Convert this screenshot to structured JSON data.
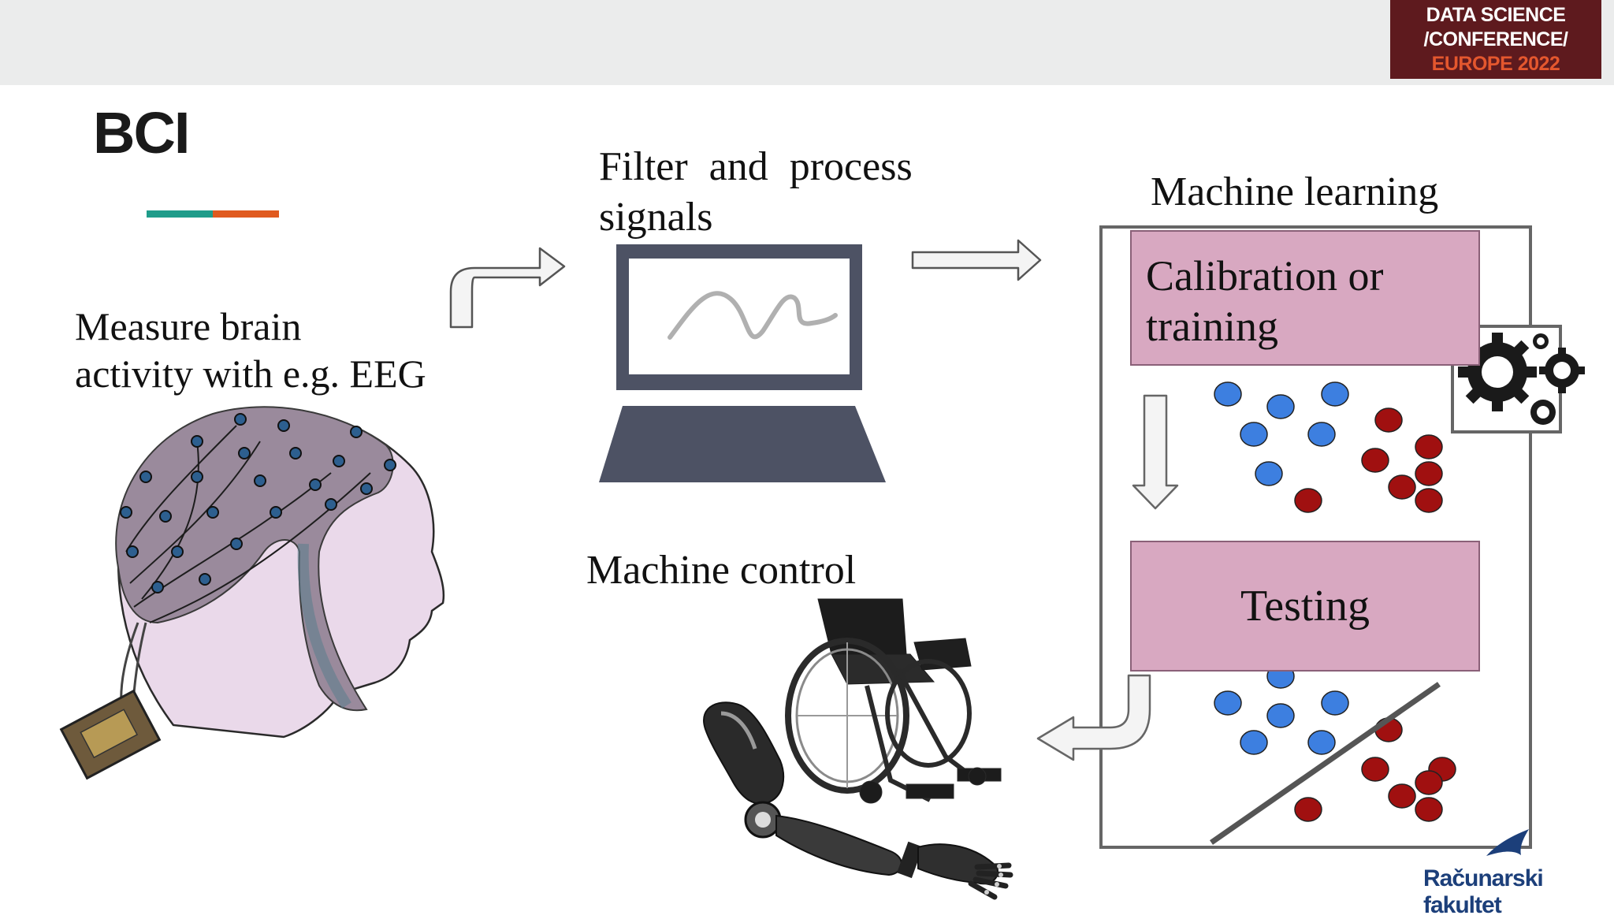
{
  "header": {
    "conference_logo": {
      "line1": "DATA SCIENCE",
      "line2": "/CONFERENCE/",
      "line3": "EUROPE 2022"
    }
  },
  "slide": {
    "title": "BCI",
    "steps": {
      "measure": {
        "line1": "Measure brain",
        "line2": "activity with e.g. EEG"
      },
      "filter": {
        "line1": "Filter and process",
        "line2": "signals"
      },
      "machine_learning": "Machine learning",
      "calibration": {
        "line1": "Calibration or",
        "line2": "training"
      },
      "testing": "Testing",
      "machine_control": "Machine control"
    }
  },
  "footer": {
    "university_logo_text": "Računarski fakultet"
  },
  "colors": {
    "teal_accent": "#1f9c8a",
    "orange_accent": "#e05a1f",
    "class_a_dot": "#3d7fe0",
    "class_b_dot": "#a01010",
    "box_fill": "#d8a8c1",
    "laptop": "#4d5264"
  },
  "icons": [
    "eeg-head-illustration",
    "laptop-icon",
    "gears-icon",
    "wheelchair-image",
    "prosthetic-arm-image",
    "arrow-icon"
  ]
}
